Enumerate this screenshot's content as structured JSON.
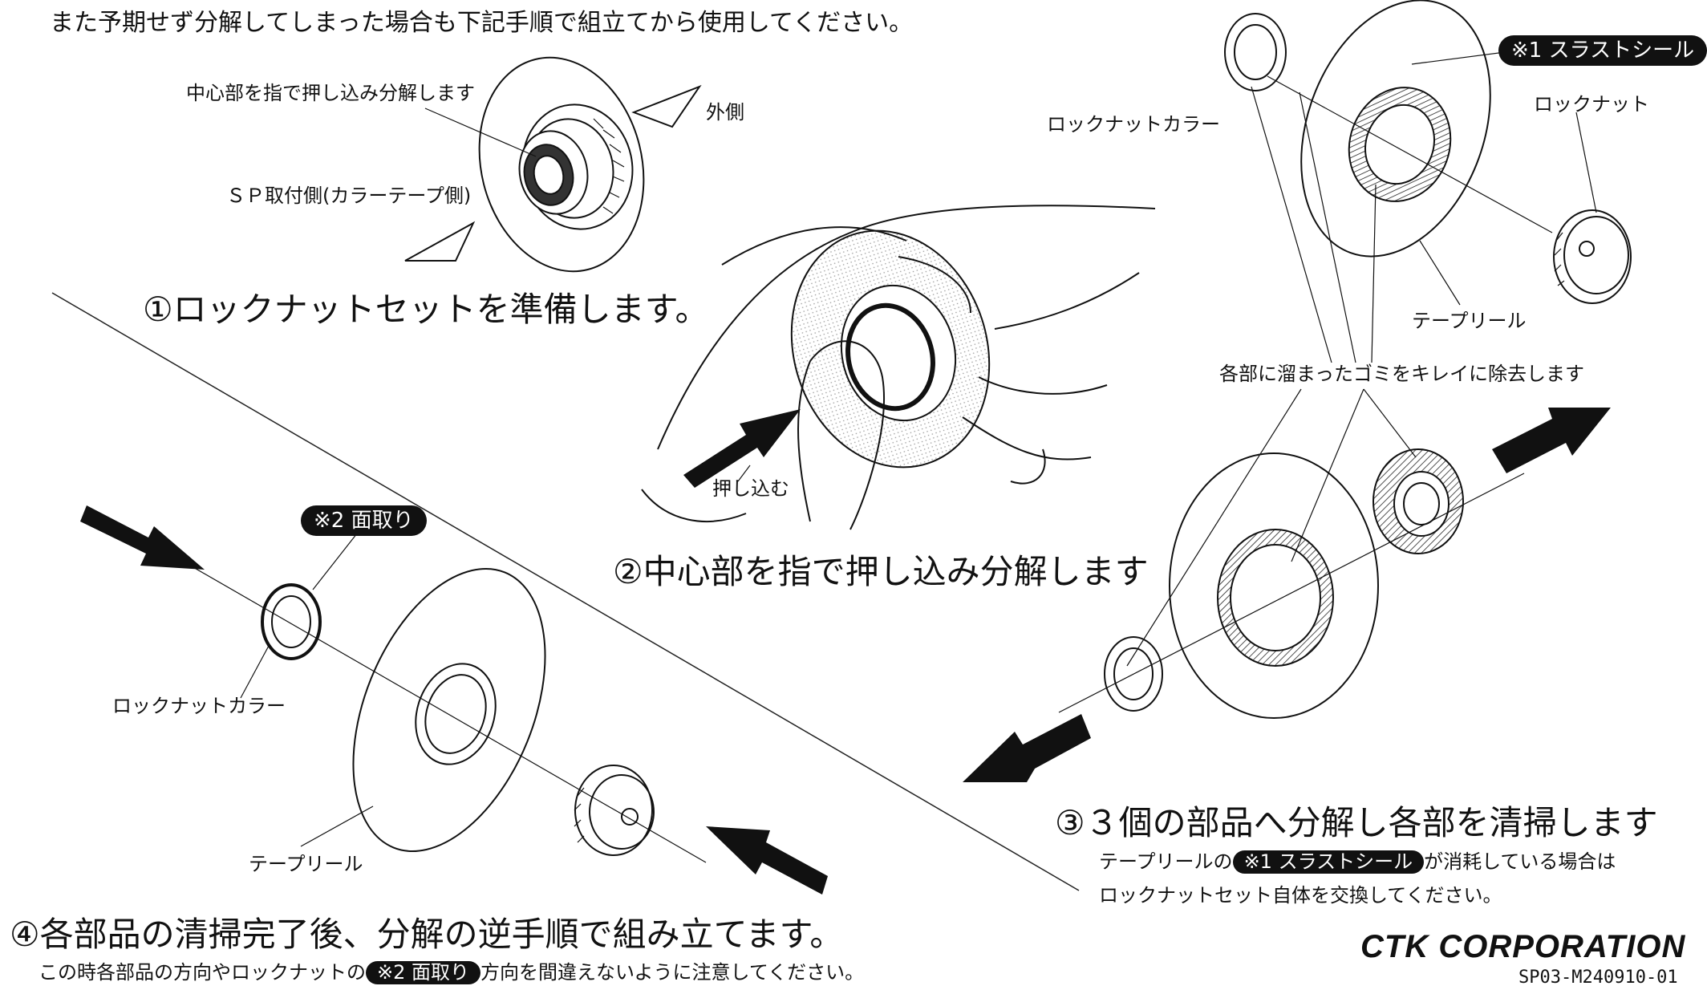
{
  "header": {
    "note": "また予期せず分解してしまった場合も下記手順で組立てから使用してください。"
  },
  "step1": {
    "title": "①ロックナットセットを準備します。",
    "label_center": "中心部を指で押し込み分解します",
    "label_outside": "外側",
    "label_sp_side": "ＳＰ取付側(カラーテープ側)"
  },
  "step2": {
    "title": "②中心部を指で押し込み分解します",
    "label_push": "押し込む"
  },
  "step3": {
    "title": "③３個の部品へ分解し各部を清掃します",
    "label_collar": "ロックナットカラー",
    "label_seal_badge": "※1 スラストシール",
    "label_locknut": "ロックナット",
    "label_reel": "テープリール",
    "label_clean": "各部に溜まったゴミをキレイに除去します",
    "note_line1_pre": "テープリールの",
    "note_line1_badge": "※1 スラストシール",
    "note_line1_post": "が消耗している場合は",
    "note_line2": "ロックナットセット自体を交換してください。"
  },
  "step4": {
    "title": "④各部品の清掃完了後、分解の逆手順で組み立てます。",
    "label_chamfer_badge": "※2 面取り",
    "label_collar": "ロックナットカラー",
    "label_reel": "テープリール",
    "note_pre": "この時各部品の方向やロックナットの",
    "note_badge": "※2 面取り",
    "note_post": "方向を間違えないように注意してください。"
  },
  "footer": {
    "brand": "CTK CORPORATION",
    "code": "SP03-M240910-01"
  }
}
